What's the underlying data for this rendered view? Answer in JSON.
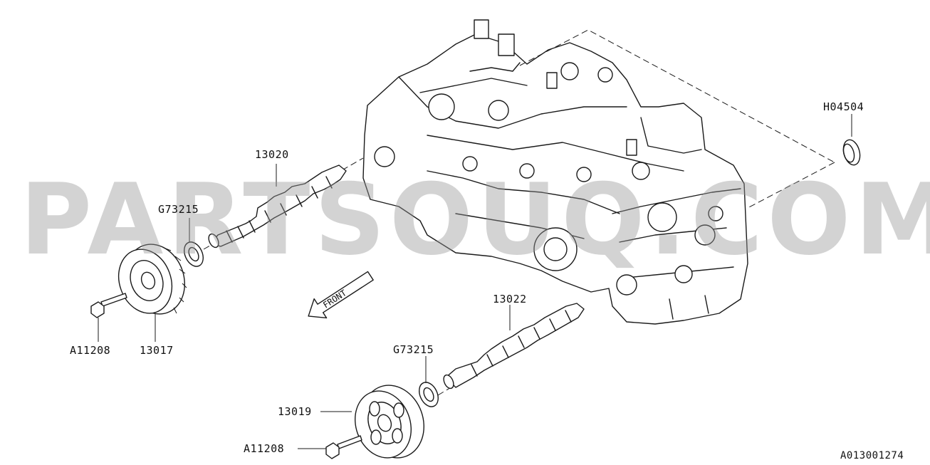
{
  "callouts": {
    "h04504": "H04504",
    "p13020": "13020",
    "g73215_top": "G73215",
    "a11208_top": "A11208",
    "p13017": "13017",
    "p13022": "13022",
    "g73215_bottom": "G73215",
    "p13019": "13019",
    "a11208_bottom": "A11208"
  },
  "front_arrow_label": "FRONT",
  "watermark": "PARTSOUQ.COM",
  "diagram_code": "A013001274"
}
